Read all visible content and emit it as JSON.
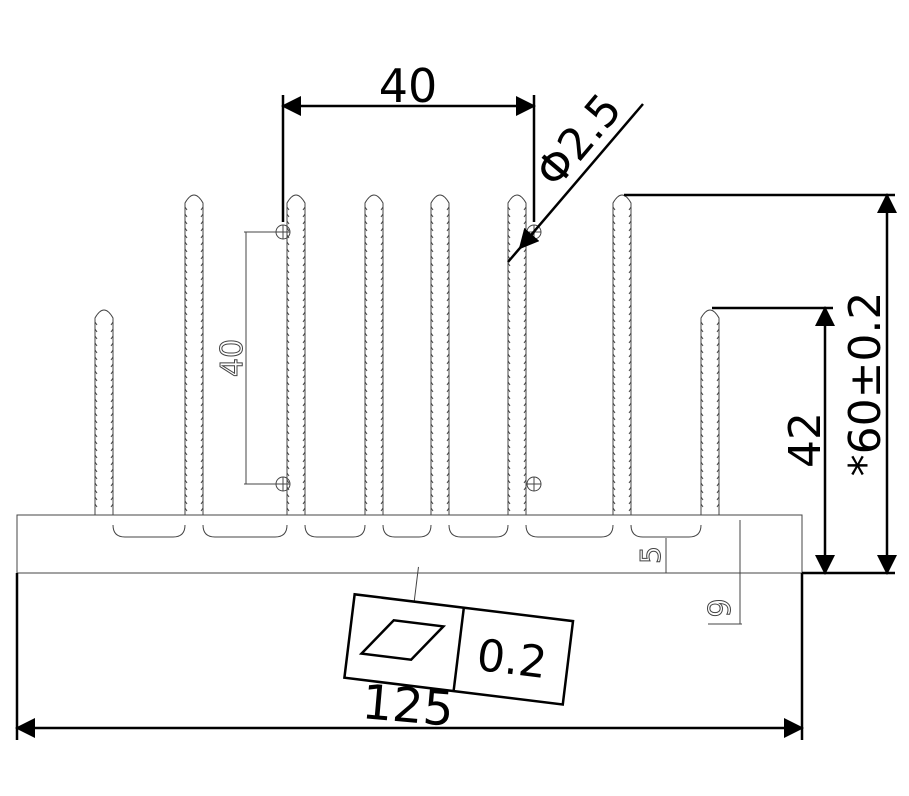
{
  "dimensions": {
    "top_pitch": "40",
    "hole_diameter": "Φ2.5",
    "vertical_pitch": "40",
    "total_height": "*60±0.2",
    "side_fin_height": "42",
    "base_thickness": "5",
    "base_total": "9",
    "width": "125"
  },
  "flatness_tolerance": {
    "value": "0.2",
    "symbol": "flatness-parallelogram"
  },
  "colors": {
    "line": "#000000",
    "thin_line": "#444444",
    "background": "#ffffff"
  }
}
